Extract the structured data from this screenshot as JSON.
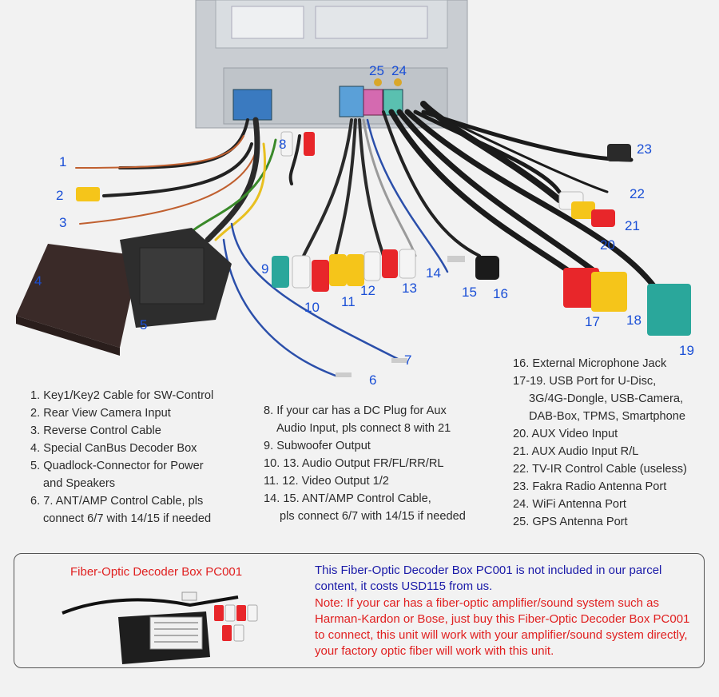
{
  "numbers": [
    "1",
    "2",
    "3",
    "4",
    "5",
    "6",
    "7",
    "8",
    "9",
    "10",
    "11",
    "12",
    "13",
    "14",
    "15",
    "16",
    "17",
    "18",
    "19",
    "20",
    "21",
    "22",
    "23",
    "24",
    "25"
  ],
  "legend_left": [
    "1. Key1/Key2 Cable for SW-Control",
    "2. Rear View Camera Input",
    "3. Reverse Control Cable",
    "4. Special CanBus Decoder Box",
    "5. Quadlock-Connector for Power",
    "and Speakers",
    "6. 7. ANT/AMP Control Cable, pls",
    "connect 6/7 with 14/15 if needed"
  ],
  "legend_mid": [
    "8. If your car has a DC Plug for Aux",
    "Audio Input, pls connect 8 with 21",
    "9. Subwoofer Output",
    "10. 13. Audio Output FR/FL/RR/RL",
    "11. 12. Video Output 1/2",
    "14. 15. ANT/AMP Control Cable,",
    "pls connect 6/7 with 14/15 if needed"
  ],
  "legend_right": [
    "16. External Microphone Jack",
    "17-19. USB Port for U-Disc,",
    "3G/4G-Dongle, USB-Camera,",
    "DAB-Box, TPMS, Smartphone",
    "20. AUX Video Input",
    "21. AUX Audio Input R/L",
    "22. TV-IR Control Cable (useless)",
    "23. Fakra Radio Antenna Port",
    "24. WiFi Antenna Port",
    "25. GPS Antenna Port"
  ],
  "fiber": {
    "title": "Fiber-Optic Decoder Box  PC001",
    "info": "This Fiber-Optic Decoder Box  PC001 is not included in our parcel content, it costs USD115 from us.",
    "note": "Note: If your car has a fiber-optic amplifier/sound system such as Harman-Kardon or Bose, just buy this Fiber-Optic Decoder Box PC001 to connect, this unit will work with your amplifier/sound system directly, your factory optic fiber will work with this unit."
  },
  "colors": {
    "label_blue": "#1a4fd6",
    "note_red": "#e02020",
    "info_blue": "#1a1aa8",
    "rca_red": "#e8262a",
    "rca_yellow": "#f5c51a",
    "rca_white": "#f4f4f4",
    "teal": "#2aa79b",
    "cable_black": "#1b1b1b"
  }
}
